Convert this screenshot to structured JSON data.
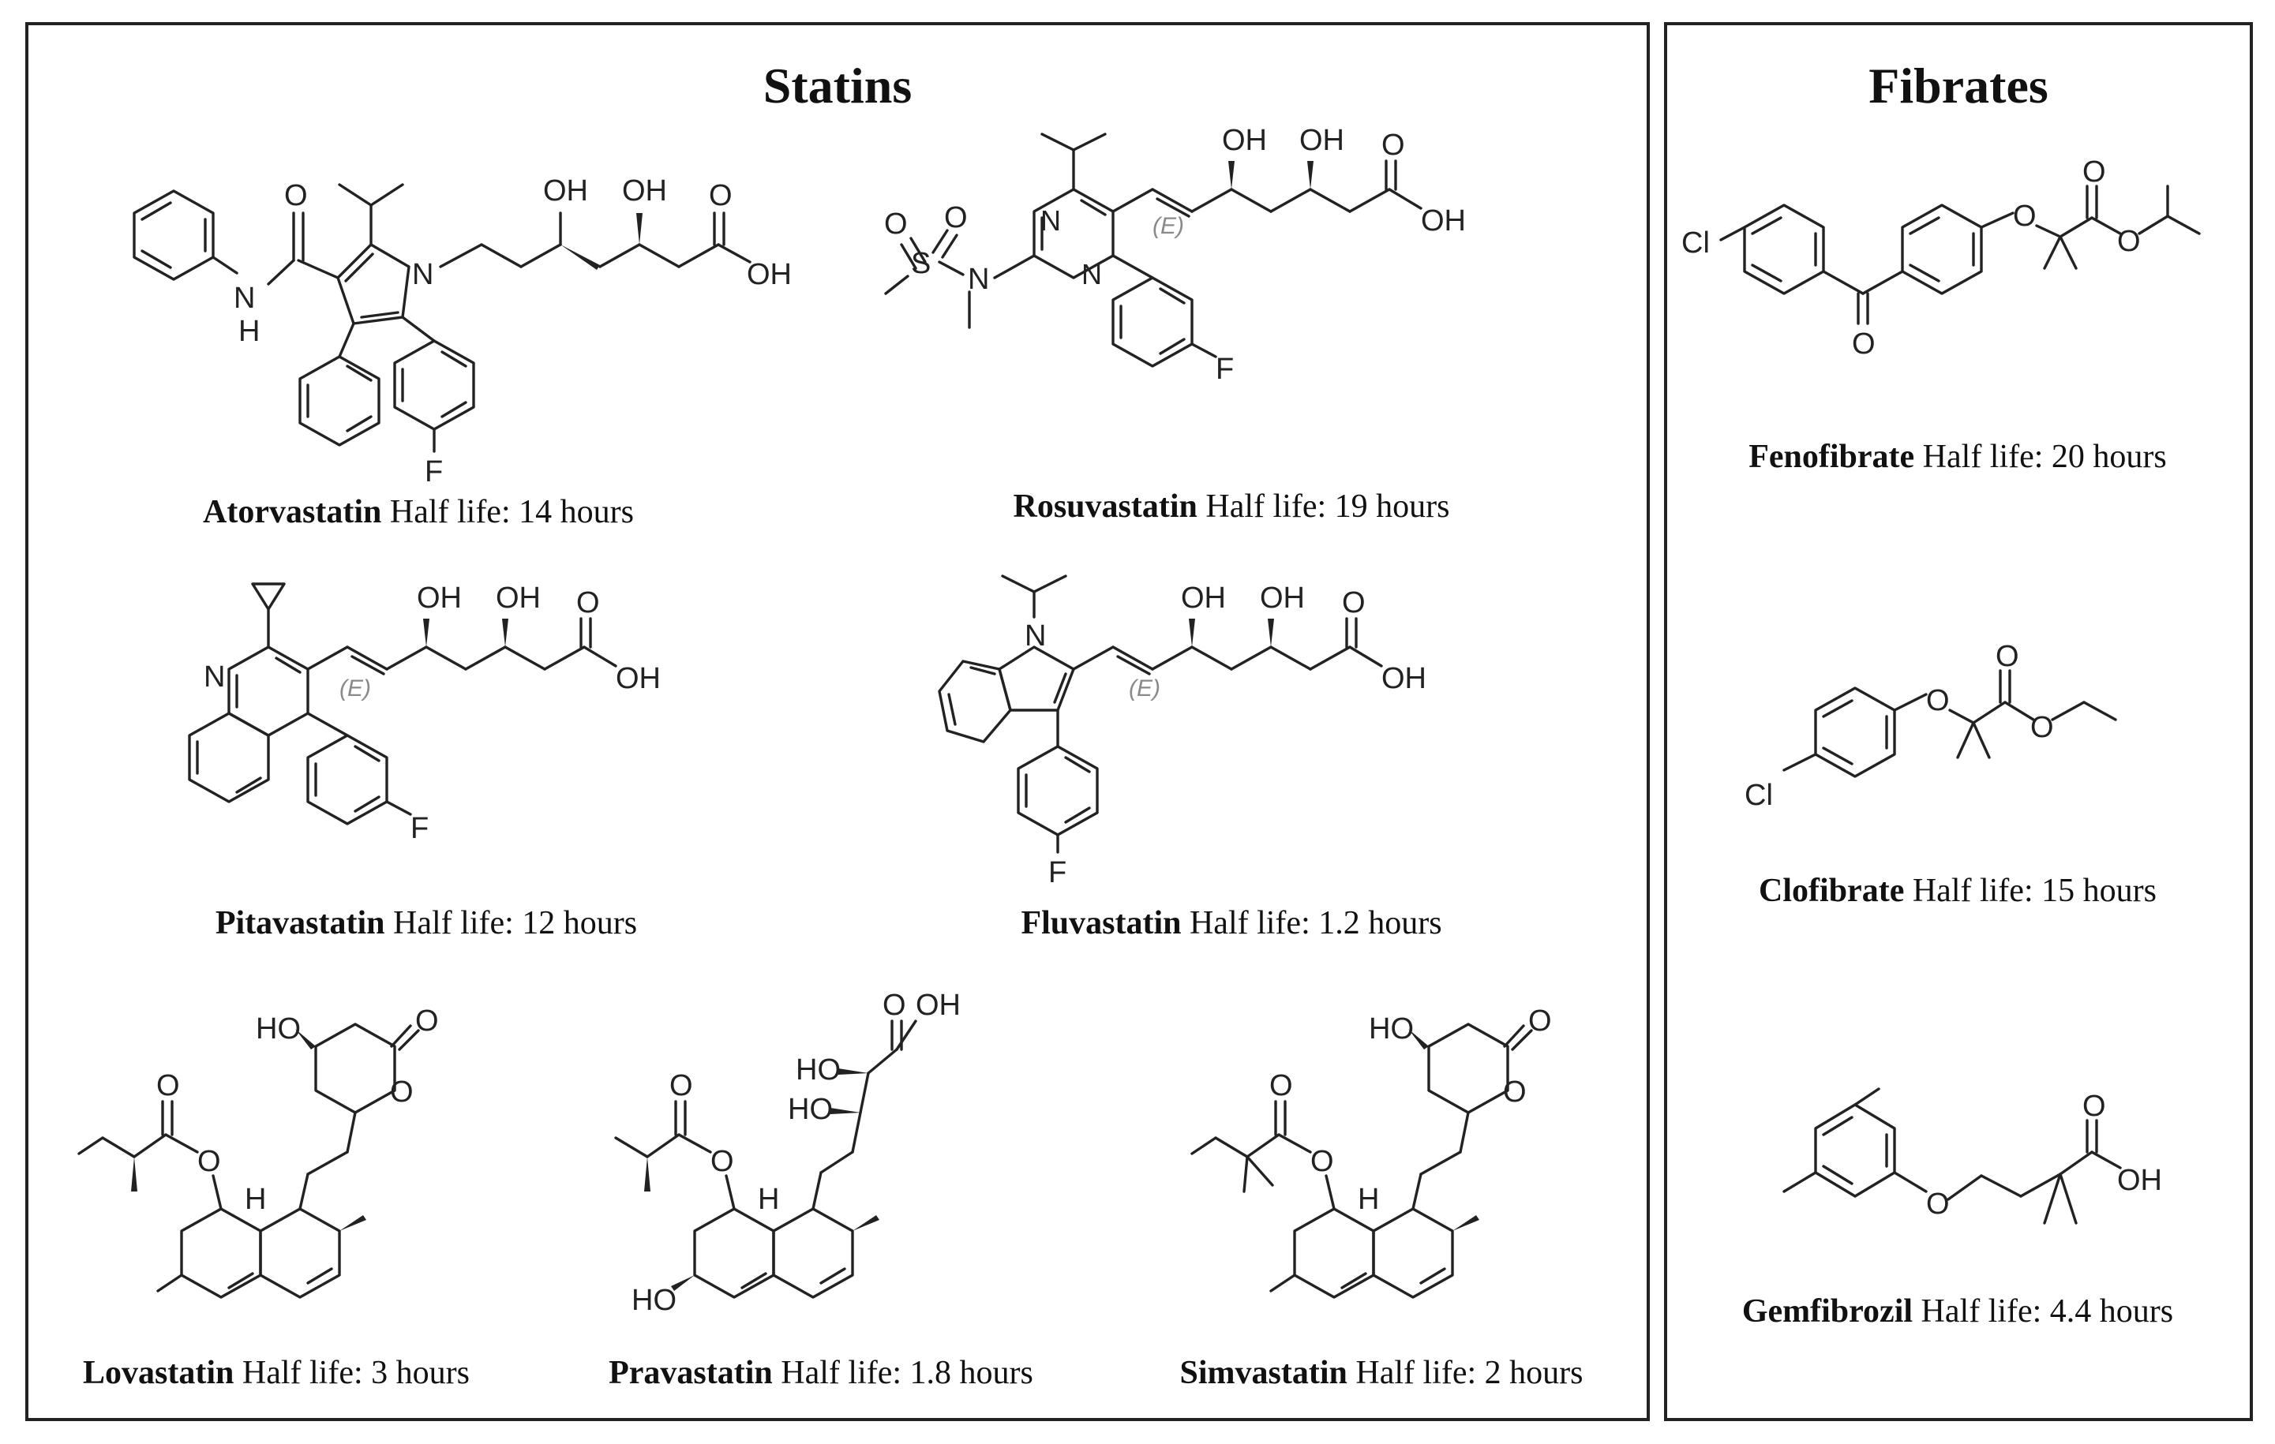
{
  "panels": {
    "statins": {
      "title": "Statins"
    },
    "fibrates": {
      "title": "Fibrates"
    }
  },
  "atoms": {
    "OH": "OH",
    "HO": "HO",
    "O": "O",
    "N": "N",
    "H": "H",
    "F": "F",
    "Cl": "Cl",
    "S": "S",
    "E": "(E)"
  },
  "compounds": {
    "atorvastatin": {
      "name": "Atorvastatin",
      "half_life": "Half life: 14 hours"
    },
    "rosuvastatin": {
      "name": "Rosuvastatin",
      "half_life": "Half life: 19 hours"
    },
    "pitavastatin": {
      "name": "Pitavastatin",
      "half_life": "Half life: 12 hours"
    },
    "fluvastatin": {
      "name": "Fluvastatin",
      "half_life": "Half life: 1.2 hours"
    },
    "lovastatin": {
      "name": "Lovastatin",
      "half_life": "Half life: 3 hours"
    },
    "pravastatin": {
      "name": "Pravastatin",
      "half_life": "Half life: 1.8 hours"
    },
    "simvastatin": {
      "name": "Simvastatin",
      "half_life": "Half life: 2 hours"
    },
    "fenofibrate": {
      "name": "Fenofibrate",
      "half_life": "Half life: 20 hours"
    },
    "clofibrate": {
      "name": "Clofibrate",
      "half_life": "Half life: 15 hours"
    },
    "gemfibrozil": {
      "name": "Gemfibrozil",
      "half_life": "Half life: 4.4 hours"
    }
  }
}
